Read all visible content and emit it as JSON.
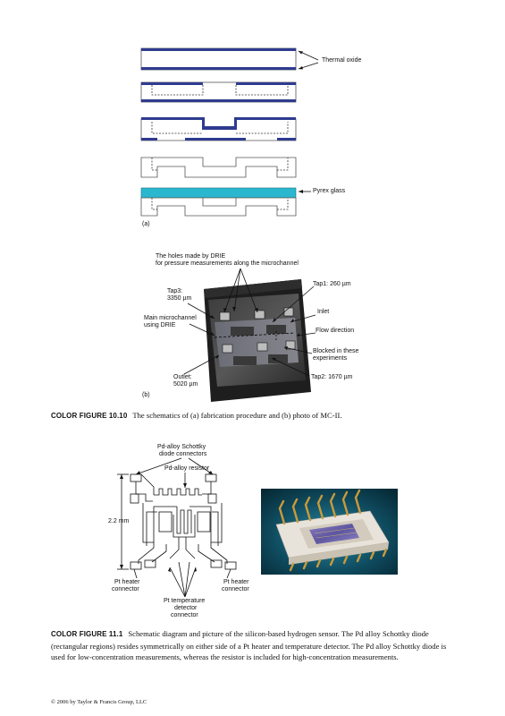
{
  "figure_10_10": {
    "labels": {
      "thermal_oxide": "Thermal oxide",
      "pyrex_glass": "Pyrex glass",
      "part_a": "(a)",
      "holes_line1": "The holes made by DRIE",
      "holes_line2": "for pressure measurements along the microchannel",
      "tap1": "Tap1: 260 µm",
      "tap3_line1": "Tap3:",
      "tap3_line2": "3350 µm",
      "inlet": "Inlet",
      "main_line1": "Main microchannel",
      "main_line2": "using DRIE",
      "flow_direction": "Flow direction",
      "blocked_line1": "Blocked in these",
      "blocked_line2": "experiments",
      "outlet_line1": "Outlet:",
      "outlet_line2": "5020 µm",
      "tap2": "Tap2: 1670 µm",
      "part_b": "(b)"
    },
    "caption_label": "COLOR FIGURE 10.10",
    "caption_text": "The schematics of (a) fabrication procedure and (b) photo of MC-II."
  },
  "figure_11_1": {
    "labels": {
      "schottky_line1": "Pd-alloy Schottky",
      "schottky_line2": "diode connectors",
      "resistor": "Pd-alloy resistor",
      "dimension": "2.2 mm",
      "pt_heater_left_line1": "Pt heater",
      "pt_heater_left_line2": "connector",
      "pt_heater_right_line1": "Pt heater",
      "pt_heater_right_line2": "connector",
      "pt_temp_line1": "Pt temperature",
      "pt_temp_line2": "detector",
      "pt_temp_line3": "connector"
    },
    "caption_label": "COLOR FIGURE 11.1",
    "caption_text": "Schematic diagram and picture of the silicon-based hydrogen sensor. The Pd alloy Schottky diode (rectangular regions) resides symmetrically on either side of a Pt heater and temperature detector. The Pd alloy Schottky diode is used for low-concentration measurements, whereas the resistor is included for high-concentration measurements."
  },
  "footer": "© 2006 by Taylor & Francis Group, LLC",
  "colors": {
    "oxide_blue": "#2e3b8f",
    "pyrex_cyan": "#2bb8cf",
    "photo_dark": "#1e1e1e"
  }
}
